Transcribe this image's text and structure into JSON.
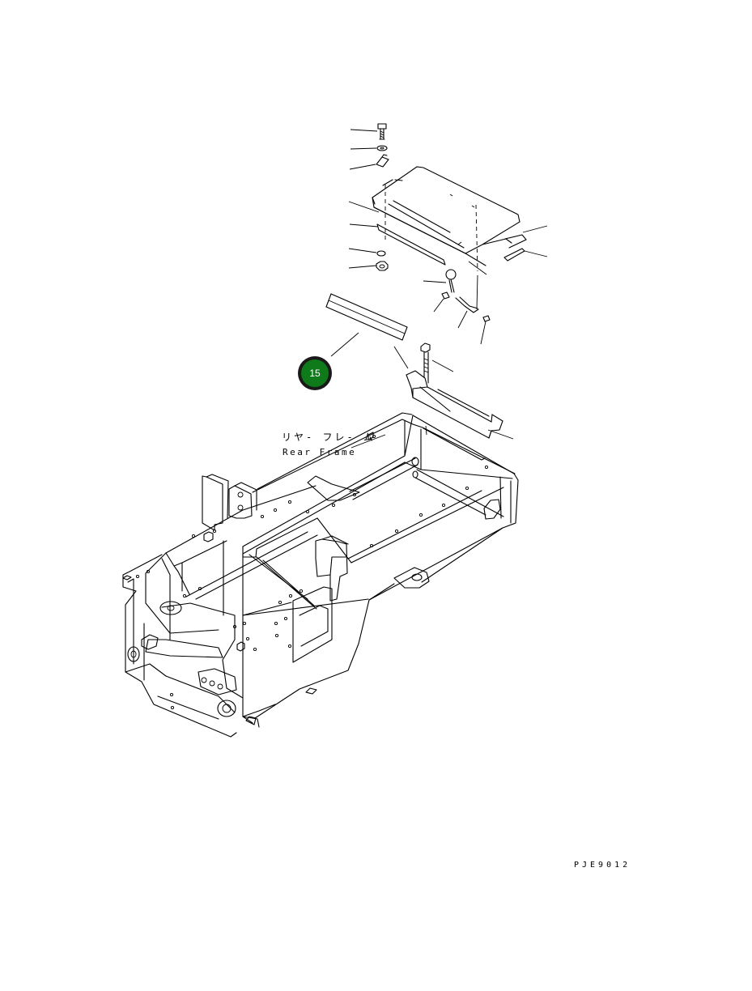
{
  "diagram": {
    "label_japanese": "リヤ- フレ- ム",
    "label_english": "Rear Frame",
    "callout_number": "15",
    "drawing_code": "PJE9012",
    "colors": {
      "callout_fill": "#0e7a1a",
      "callout_ring": "#1a1a1a",
      "line": "#000000",
      "background": "#ffffff"
    }
  }
}
